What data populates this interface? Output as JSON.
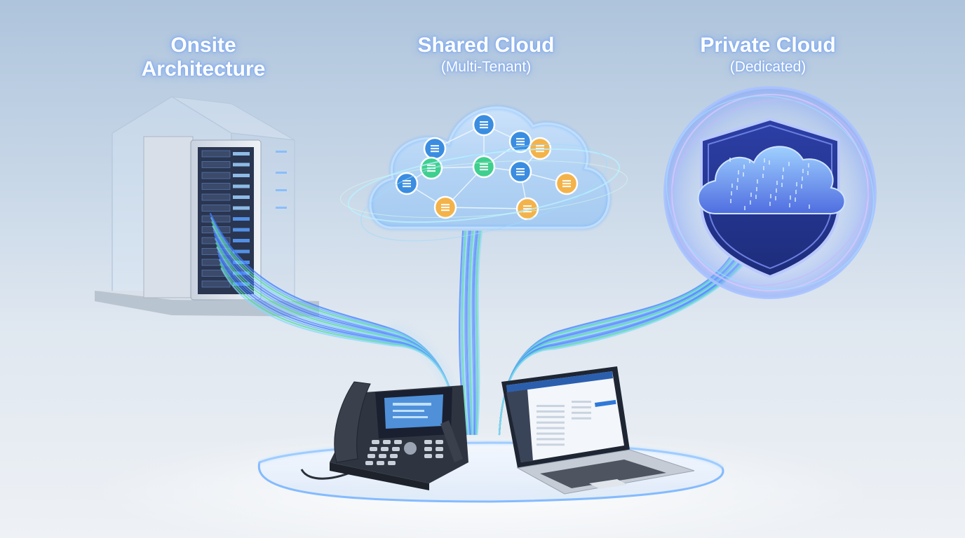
{
  "sections": {
    "onsite": {
      "title": "Onsite",
      "title2": "Architecture"
    },
    "shared": {
      "title": "Shared Cloud",
      "subtitle": "(Multi-Tenant)"
    },
    "private": {
      "title": "Private Cloud",
      "subtitle": "(Dedicated)"
    }
  },
  "colors": {
    "glow": "#6fb3ff",
    "fiber_blue": "#3d7dff",
    "fiber_green": "#4fdc9a",
    "node_blue": "#3a8de0",
    "node_green": "#3fcf8e",
    "node_orange": "#f3b34a",
    "shield": "#2a3f9e"
  },
  "icons": [
    "server-rack-icon",
    "cloud-network-icon",
    "shield-cloud-icon",
    "desk-phone-icon",
    "laptop-icon"
  ]
}
